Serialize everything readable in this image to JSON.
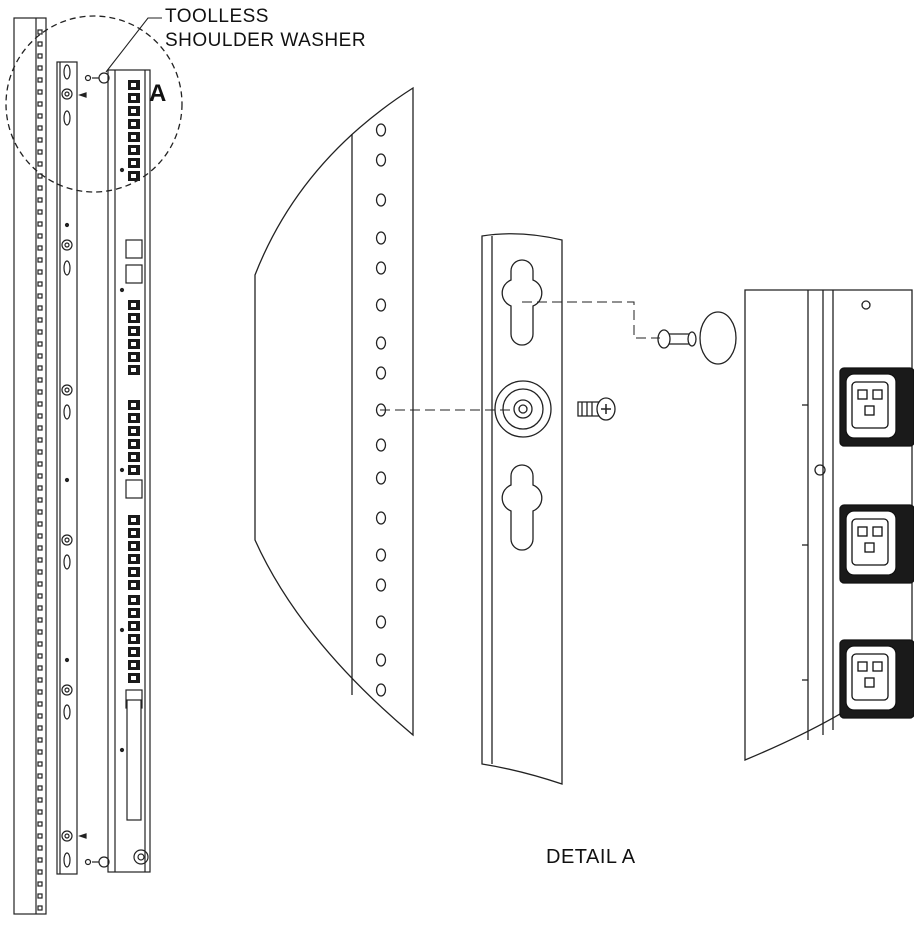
{
  "labels": {
    "callout_line1": "TOOLLESS",
    "callout_line2": "SHOULDER WASHER",
    "detail_letter": "A",
    "detail_caption": "DETAIL A"
  },
  "colors": {
    "line": "#222222",
    "fill_light": "#f4f4f4",
    "fill_dark": "#1a1a1a",
    "background": "#ffffff"
  }
}
